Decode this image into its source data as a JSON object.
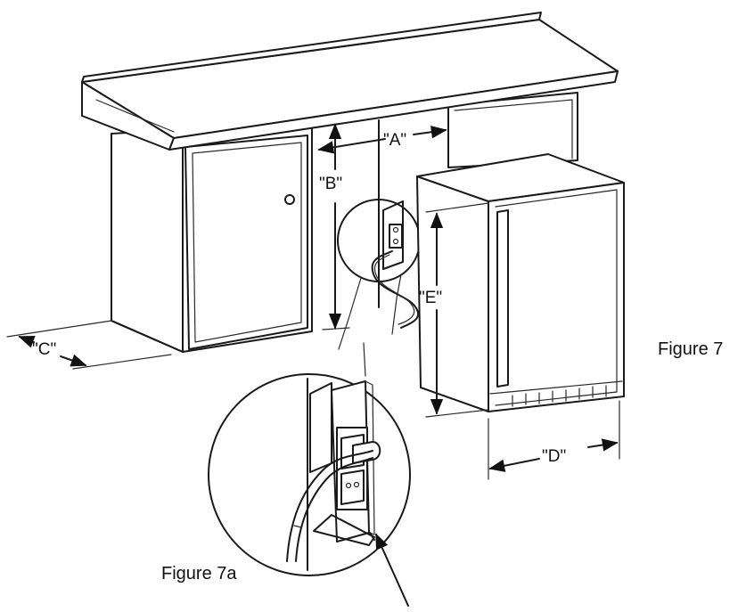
{
  "labels": {
    "a": "\"A\"",
    "b": "\"B\"",
    "c": "\"C\"",
    "d": "\"D\"",
    "e": "\"E\""
  },
  "captions": {
    "figure_main": "Figure 7",
    "figure_detail": "Figure 7a"
  },
  "icons": [
    "countertop",
    "cabinet-door",
    "door-knob",
    "refrigerator",
    "electrical-outlet",
    "power-cord",
    "magnifier-circle",
    "dimension-arrow"
  ],
  "colors": {
    "line": "#1a1a1a",
    "background": "#ffffff"
  }
}
